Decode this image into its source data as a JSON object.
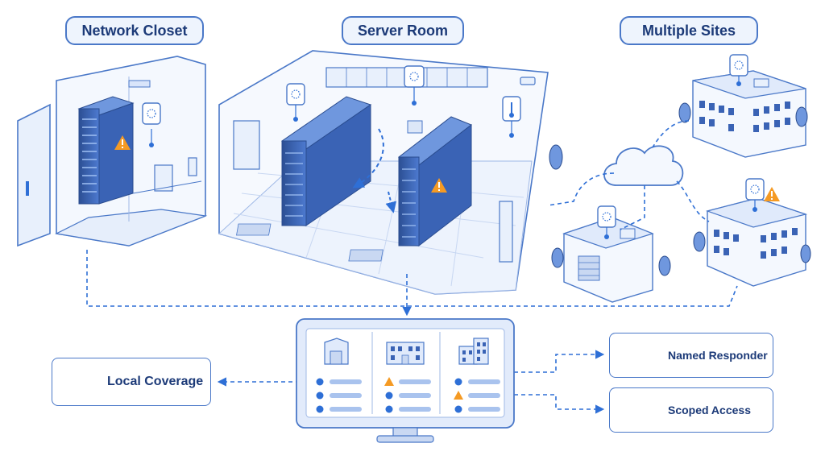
{
  "headers": {
    "closet": "Network Closet",
    "server_room": "Server Room",
    "multi_sites": "Multiple Sites"
  },
  "outputs": {
    "local_coverage": "Local Coverage",
    "named_responder": "Named Responder",
    "scoped_access": "Scoped Access"
  },
  "colors": {
    "primary": "#2e6fd6",
    "outline": "#4a78c8",
    "light_fill": "#e8f0fc",
    "warning": "#f59a23",
    "text": "#1c3a78"
  },
  "dashboard": {
    "columns": [
      {
        "icon": "warehouse-icon",
        "rows": [
          "ok",
          "ok",
          "ok"
        ]
      },
      {
        "icon": "office-building-icon",
        "rows": [
          "warning",
          "ok",
          "ok"
        ]
      },
      {
        "icon": "multi-building-icon",
        "rows": [
          "ok",
          "warning",
          "ok"
        ]
      }
    ]
  }
}
